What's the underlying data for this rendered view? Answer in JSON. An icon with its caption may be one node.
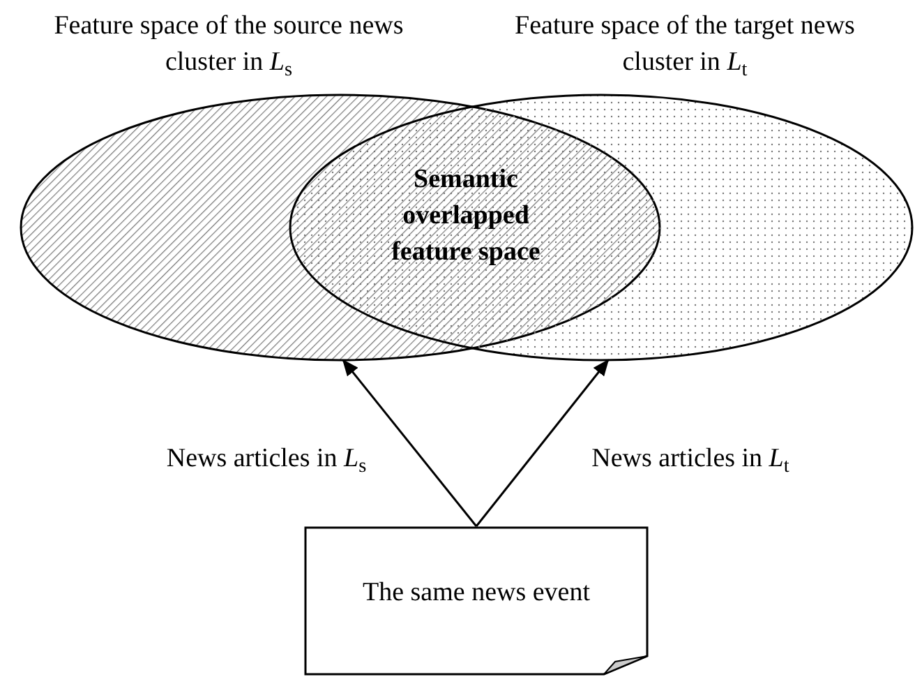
{
  "diagram": {
    "nodes": [
      {
        "text": [
          "Feature space of the source news cluster in *L*$_{s}$"
        ]
      },
      {
        "text": [
          "Feature space of the target news cluster in *L*$_{t}$"
        ]
      },
      {
        "text": [
          "Semantic overlapped feature space"
        ]
      },
      {
        "text": [
          "The same news event"
        ]
      }
    ],
    "edges": [
      {
        "from": 3,
        "to": 0,
        "arrow": "to",
        "label": "News articles in *L*$_{s}$"
      },
      {
        "from": 3,
        "to": 1,
        "arrow": "to",
        "label": "News articles in *L*$_{t}$"
      }
    ]
  }
}
